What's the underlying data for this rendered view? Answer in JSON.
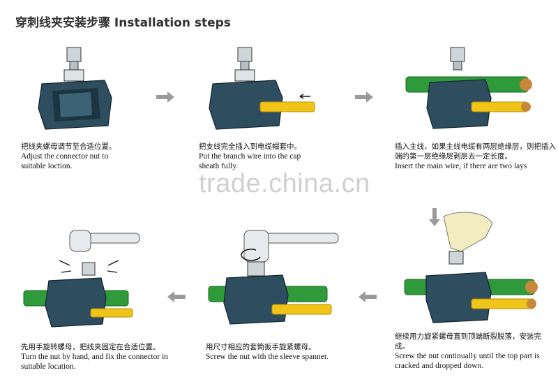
{
  "title": "穿刺线夹安装步骤 Installation steps",
  "watermark": "trade.china.cn",
  "steps": [
    {
      "zh": "把线夹螺母调节至合适位置。",
      "en": "Adjust the connector nut to suitable loction."
    },
    {
      "zh": "把支线完全插入到电缆帽套中。",
      "en": "Put the branch wire into the cap sheath fully."
    },
    {
      "zh": "插入主线，如果主线电缆有两层绝缘层，则把插入端的第一层绝缘层剥层去一定长度。",
      "en": "Insert the main wire, if there are two lays"
    },
    {
      "zh": "继续用力旋紧螺母直到顶端断裂脱落，安装完成。",
      "en": "Screw the nut continually until the top part is cracked and dropped down."
    },
    {
      "zh": "用尺寸相应的套筒扳手旋紧螺母。",
      "en": "Screw the nut with the sleeve spanner."
    },
    {
      "zh": "先用手旋转螺母，把线夹固定在合适位置。",
      "en": "Turn the nut by hand, and fix the connector in suitable location."
    }
  ],
  "colors": {
    "connector": "#2e4d5e",
    "connector_dark": "#1d3441",
    "main_wire": "#2e9a3a",
    "branch_wire": "#f0c419",
    "copper": "#c8873a",
    "arrow": "#9a9a9a"
  }
}
